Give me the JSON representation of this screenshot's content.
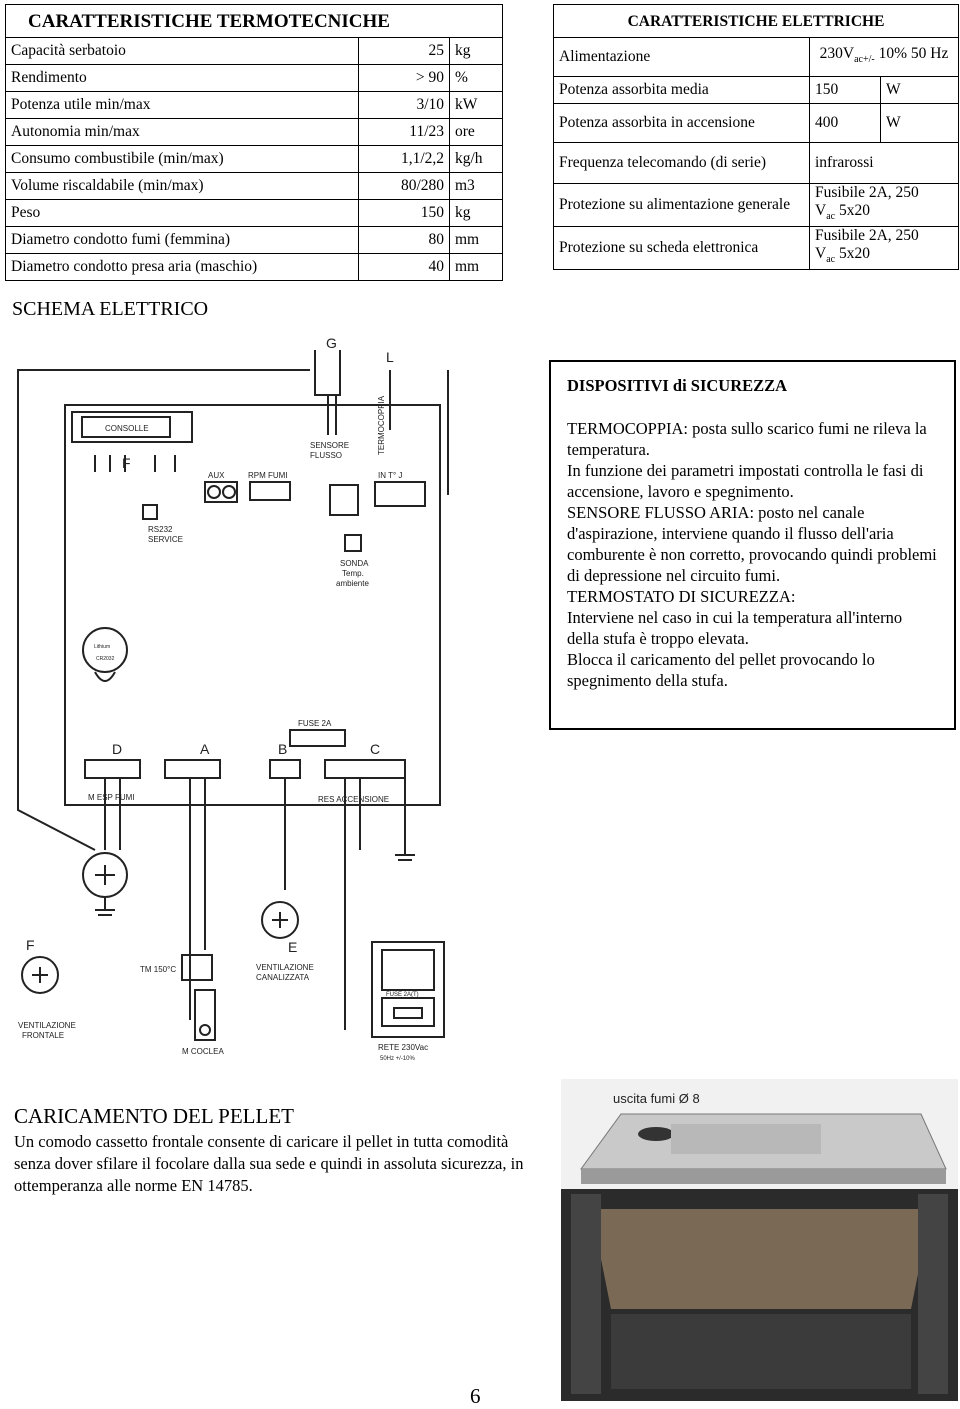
{
  "termo": {
    "title": "CARATTERISTICHE TERMOTECNICHE",
    "rows": [
      {
        "label": "Capacità serbatoio",
        "value": "25",
        "unit": "kg"
      },
      {
        "label": "Rendimento",
        "value": "> 90",
        "unit": "%"
      },
      {
        "label": "Potenza utile min/max",
        "value": "3/10",
        "unit": "kW"
      },
      {
        "label": "Autonomia min/max",
        "value": "11/23",
        "unit": "ore"
      },
      {
        "label": "Consumo combustibile (min/max)",
        "value": "1,1/2,2",
        "unit": "kg/h"
      },
      {
        "label": "Volume riscaldabile (min/max)",
        "value": "80/280",
        "unit": "m3"
      },
      {
        "label": "Peso",
        "value": "150",
        "unit": "kg"
      },
      {
        "label": "Diametro condotto fumi (femmina)",
        "value": "80",
        "unit": "mm"
      },
      {
        "label": "Diametro condotto presa aria (maschio)",
        "value": "40",
        "unit": "mm"
      }
    ]
  },
  "elet": {
    "title": "CARATTERISTICHE ELETTRICHE",
    "alimentazione": {
      "label": "Alimentazione",
      "v1": "230V",
      "sub1": "ac",
      "sup1": "+/-",
      "v2": "10% 50 Hz"
    },
    "potenza_media": {
      "label": "Potenza assorbita media",
      "value": "150",
      "unit": "W"
    },
    "potenza_acc": {
      "label": "Potenza assorbita in accensione",
      "value": "400",
      "unit": "W"
    },
    "frequenza": {
      "label": "Frequenza telecomando (di serie)",
      "value": "infrarossi"
    },
    "prot_alim": {
      "label": "Protezione su alimentazione generale",
      "v1": "Fusibile 2A, 250",
      "v2": "V",
      "sub": "ac",
      "v3": "5x20"
    },
    "prot_scheda": {
      "label": "Protezione su scheda elettronica",
      "v1": "Fusibile 2A, 250",
      "v2": "V",
      "sub": "ac",
      "v3": "5x20"
    }
  },
  "schema": {
    "title": "SCHEMA ELETTRICO",
    "labels": {
      "G": "G",
      "L": "L",
      "termocoppia": "TERMOCOPPIA",
      "sensore": "SENSORE",
      "flusso": "FLUSSO",
      "consolle": "CONSOLLE",
      "F": "F",
      "aux": "AUX",
      "rpm": "RPM FUMI",
      "in_t": "IN T° J",
      "rs232": "RS232",
      "service": "SERVICE",
      "sonda": "SONDA",
      "temp": "Temp.",
      "ambiente": "ambiente",
      "lithium": "Lithium",
      "cr2032": "CR2032",
      "fuse": "FUSE 2A",
      "D": "D",
      "A": "A",
      "B": "B",
      "C": "C",
      "m_esp": "M  ESP FUMI",
      "res": "RES ACCENSIONE",
      "F2": "F",
      "E": "E",
      "tm": "TM 150°C",
      "vent_can1": "VENTILAZIONE",
      "vent_can2": "CANALIZZATA",
      "vent_fr1": "VENTILAZIONE",
      "vent_fr2": "FRONTALE",
      "coclea": "M COCLEA",
      "fuse2": "FUSE 2A(T)",
      "rete": "RETE 230Vac",
      "hz": "50Hz +/-10%"
    }
  },
  "safety": {
    "title": "DISPOSITIVI di SICUREZZA",
    "lines": [
      "TERMOCOPPIA: posta sullo scarico fumi ne rileva la temperatura.",
      "In funzione dei parametri impostati controlla le fasi di accensione, lavoro e spegnimento.",
      "SENSORE FLUSSO ARIA: posto nel canale d'aspirazione, interviene quando il flusso dell'aria comburente è non corretto, provocando quindi problemi di depressione nel circuito fumi.",
      "TERMOSTATO DI SICUREZZA:",
      "Interviene nel caso in cui la temperatura all'interno della stufa è troppo elevata.",
      "Blocca il caricamento del pellet provocando lo spegnimento della stufa."
    ]
  },
  "pellet": {
    "title": "CARICAMENTO DEL PELLET",
    "text": "Un comodo cassetto frontale consente di caricare il pellet in tutta comodità senza dover sfilare il focolare dalla sua sede e quindi in assoluta sicurezza, in ottemperanza alle norme EN 14785.",
    "photo_label": "uscita fumi Ø 8"
  },
  "page_number": "6"
}
